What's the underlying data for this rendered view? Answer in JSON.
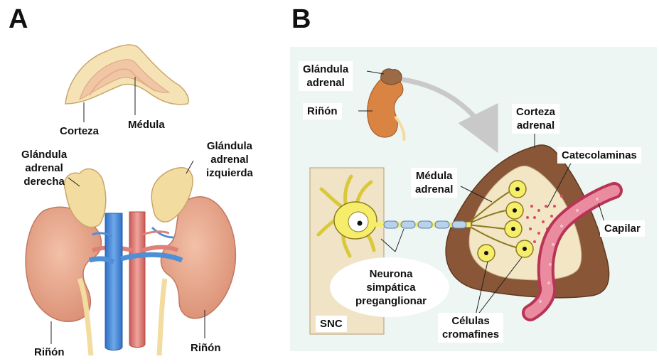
{
  "panel_a": {
    "letter": "A",
    "labels": {
      "corteza": "Corteza",
      "medula": "Médula",
      "glandula_derecha": [
        "Glándula",
        "adrenal",
        "derecha"
      ],
      "glandula_izquierda": [
        "Glándula",
        "adrenal",
        "izquierda"
      ],
      "rinon_left": "Riñón",
      "rinon_right": "Riñón"
    }
  },
  "panel_b": {
    "letter": "B",
    "labels": {
      "glandula_adrenal": [
        "Glándula",
        "adrenal"
      ],
      "rinon": "Riñón",
      "corteza_adrenal": [
        "Corteza",
        "adrenal"
      ],
      "catecolaminas": "Catecolaminas",
      "medula_adrenal": [
        "Médula",
        "adrenal"
      ],
      "capilar": "Capilar",
      "neurona": [
        "Neurona",
        "simpática",
        "preganglionar"
      ],
      "snc": "SNC",
      "celulas": [
        "Células",
        "cromafines"
      ]
    }
  },
  "colors": {
    "kidney": "#e9a98f",
    "adrenal": "#f3dca0",
    "vein": "#4f8fd6",
    "artery": "#e07e78",
    "panel_b_bg": "#eef6f3",
    "cortex_brown": "#8a5638",
    "medulla_fill": "#f2e6c4",
    "neuron_yellow": "#f6ee6a",
    "capillary": "#d9506a",
    "cns_box": "#f1e4c6"
  }
}
